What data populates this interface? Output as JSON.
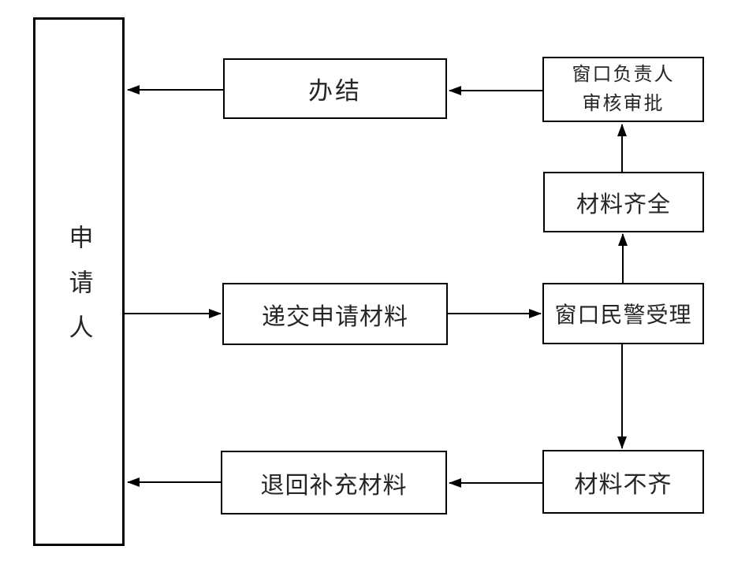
{
  "page": {
    "background": "#ffffff"
  },
  "diagram": {
    "type": "flowchart",
    "colors": {
      "line": "#000000",
      "text": "#262626",
      "box_fill": "#ffffff",
      "box_border": "#000000"
    },
    "nodes": {
      "applicant": {
        "label": "申请人"
      },
      "complete": {
        "label": "办结"
      },
      "supervisor_review": {
        "line1": "窗口负责人",
        "line2": "审核审批"
      },
      "materials_complete": {
        "label": "材料齐全"
      },
      "submit_application": {
        "label": "递交申请材料"
      },
      "police_accept": {
        "label": "窗口民警受理"
      },
      "return_supplement": {
        "label": "退回补充材料"
      },
      "materials_incomplete": {
        "label": "材料不齐"
      }
    },
    "edges": [
      {
        "from": "申请人",
        "to": "递交申请材料"
      },
      {
        "from": "递交申请材料",
        "to": "窗口民警受理"
      },
      {
        "from": "窗口民警受理",
        "to": "材料齐全"
      },
      {
        "from": "材料齐全",
        "to": "窗口负责人审核审批"
      },
      {
        "from": "窗口负责人审核审批",
        "to": "办结"
      },
      {
        "from": "办结",
        "to": "申请人"
      },
      {
        "from": "窗口民警受理",
        "to": "材料不齐"
      },
      {
        "from": "材料不齐",
        "to": "退回补充材料"
      },
      {
        "from": "退回补充材料",
        "to": "申请人"
      }
    ]
  }
}
